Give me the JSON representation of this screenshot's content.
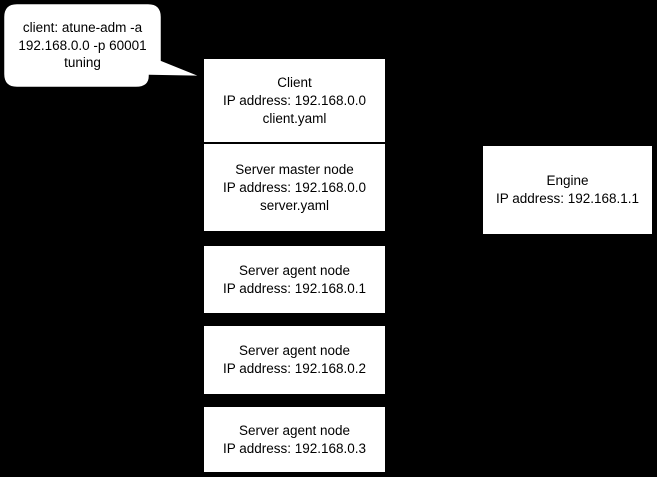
{
  "colors": {
    "background": "#000000",
    "node_fill": "#ffffff",
    "node_border": "#000000",
    "text": "#000000"
  },
  "callout": {
    "lines": [
      "client: atune-adm -a",
      "192.168.0.0 -p 60001",
      "tuning"
    ]
  },
  "cluster": {
    "nodes": [
      {
        "id": "client",
        "lines": [
          "Client",
          "IP address: 192.168.0.0",
          "client.yaml"
        ]
      },
      {
        "id": "server-master-node",
        "lines": [
          "Server master node",
          "IP address: 192.168.0.0",
          "server.yaml"
        ]
      },
      {
        "id": "server-agent-node-1",
        "lines": [
          "Server agent node",
          "IP address: 192.168.0.1"
        ]
      },
      {
        "id": "server-agent-node-2",
        "lines": [
          "Server agent node",
          "IP address: 192.168.0.2"
        ]
      },
      {
        "id": "server-agent-node-3",
        "lines": [
          "Server agent node",
          "IP address: 192.168.0.3"
        ]
      }
    ]
  },
  "engine": {
    "lines": [
      "Engine",
      "IP address: 192.168.1.1"
    ]
  }
}
